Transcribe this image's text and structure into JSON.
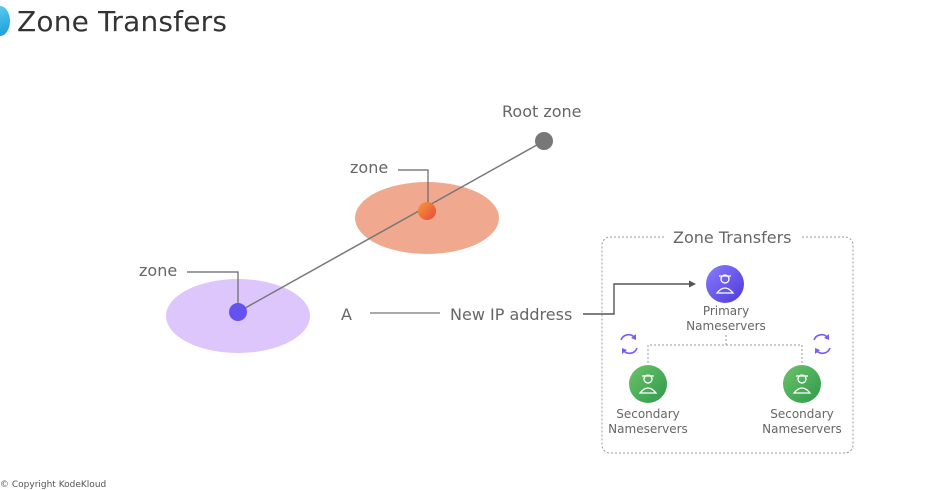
{
  "header": {
    "title": "Zone Transfers"
  },
  "footer": {
    "copyright": "© Copyright KodeKloud"
  },
  "diagram": {
    "root_zone_label": "Root zone",
    "zone_label_upper": "zone",
    "zone_label_lower": "zone",
    "record_label": "A",
    "new_ip_label": "New IP address",
    "transfer_box_title": "Zone Transfers",
    "primary_label": "Primary Nameservers",
    "secondary_left_label": "Secondary Nameservers",
    "secondary_right_label": "Secondary Nameservers"
  },
  "colors": {
    "zone_upper_fill": "#f0a98e",
    "zone_lower_fill": "#dcc6fb",
    "root_node": "#777777",
    "primary_node": "#6b4de6",
    "secondary_node": "#4caf50",
    "sync_icon": "#7a5cf0"
  },
  "icons": {
    "logo": "kodekloud-logo",
    "primary": "server-admin-icon",
    "secondary": "server-admin-icon",
    "sync": "sync-icon"
  }
}
